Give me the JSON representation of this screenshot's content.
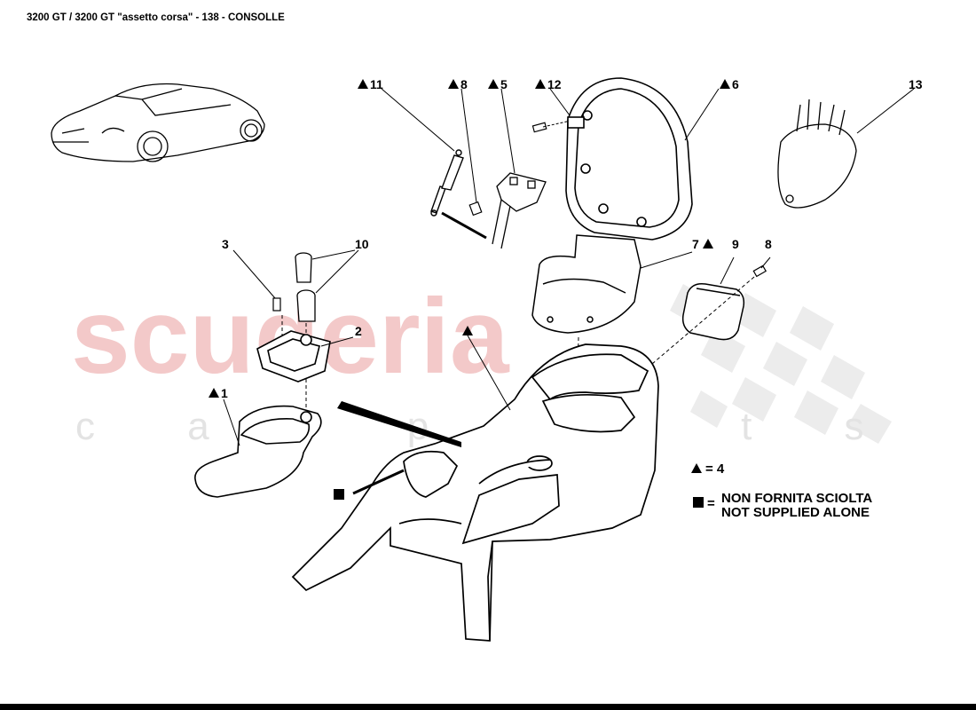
{
  "header": {
    "title": "3200 GT / 3200 GT \"assetto corsa\" - 138 - CONSOLLE"
  },
  "watermark": {
    "brand": "scuderia",
    "sub": "c a r p a r t s"
  },
  "labels": {
    "p1": "1",
    "p2": "2",
    "p3": "3",
    "p4": "4",
    "p5": "5",
    "p6": "6",
    "p7": "7",
    "p8a": "8",
    "p8b": "8",
    "p9": "9",
    "p10": "10",
    "p11": "11",
    "p12": "12",
    "p13": "13"
  },
  "legend": {
    "triangle_eq": "= 4",
    "square_eq": "=",
    "line1": "NON FORNITA SCIOLTA",
    "line2": "NOT SUPPLIED ALONE"
  },
  "colors": {
    "watermark_red": "#f3c9c9",
    "watermark_grey": "#e3e3e3",
    "line": "#000000"
  }
}
